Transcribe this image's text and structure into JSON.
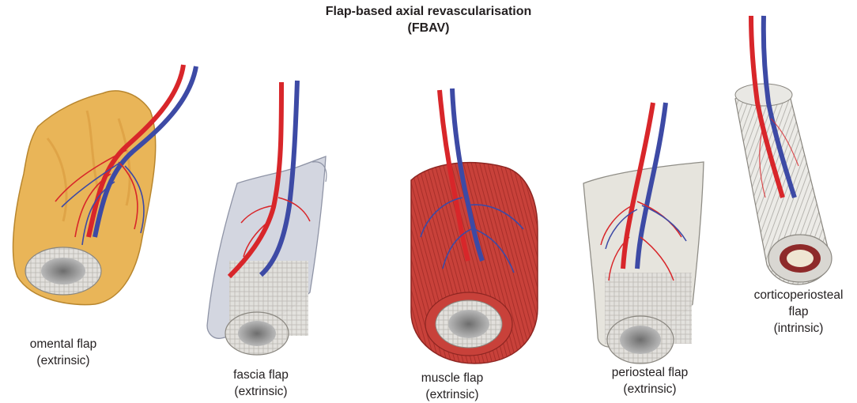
{
  "title": {
    "line1": "Flap-based axial revascularisation",
    "line2": "(FBAV)"
  },
  "flaps": [
    {
      "name": "omental flap",
      "type": "(extrinsic)"
    },
    {
      "name": "fascia flap",
      "type": "(extrinsic)"
    },
    {
      "name": "muscle flap",
      "type": "(extrinsic)"
    },
    {
      "name": "periosteal flap",
      "type": "(extrinsic)"
    },
    {
      "name": "corticoperiosteal",
      "name2": "flap",
      "type": "(intrinsic)"
    }
  ],
  "colors": {
    "artery": "#d8262a",
    "vein": "#3d4aa5",
    "bone": "#d9d7d2",
    "omentum": "#e9b558",
    "fascia": "#d3d6e0",
    "muscle": "#c8413a",
    "periosteum": "#e6e4dd"
  }
}
